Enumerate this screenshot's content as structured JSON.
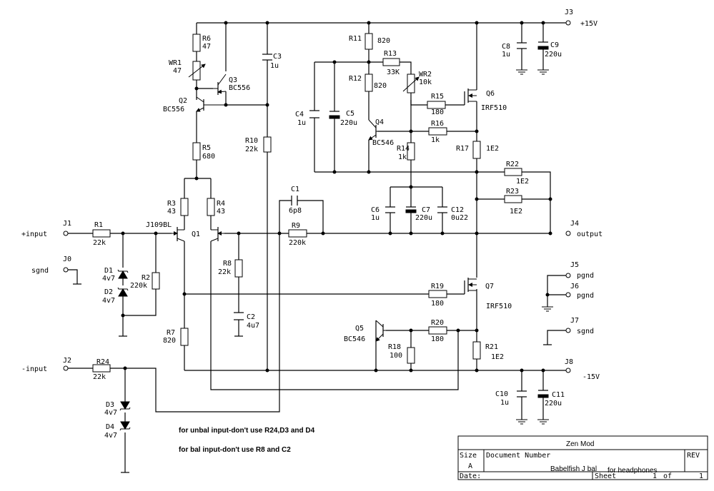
{
  "rails": {
    "j3": "J3",
    "vpos": "+15V",
    "j8": "J8",
    "vneg": "-15V"
  },
  "connectors": {
    "j1": "J1",
    "in_pos": "+input",
    "j0": "J0",
    "sgnd0": "sgnd",
    "j2": "J2",
    "in_neg": "-input",
    "j4": "J4",
    "out": "output",
    "j5": "J5",
    "pgnd5": "pgnd",
    "j6": "J6",
    "pgnd6": "pgnd",
    "j7": "J7",
    "sgnd7": "sgnd"
  },
  "parts": {
    "R1": [
      "R1",
      "22k"
    ],
    "R2": [
      "R2",
      "220k"
    ],
    "R3": [
      "R3",
      "43"
    ],
    "R4": [
      "R4",
      "43"
    ],
    "R5": [
      "R5",
      "680"
    ],
    "R6": [
      "R6",
      "47"
    ],
    "R7": [
      "R7",
      "820"
    ],
    "R8": [
      "R8",
      "22k"
    ],
    "R9": [
      "R9",
      "220k"
    ],
    "R10": [
      "R10",
      "22k"
    ],
    "R11": [
      "R11",
      "820"
    ],
    "R12": [
      "R12",
      "820"
    ],
    "R13": [
      "R13",
      "33K"
    ],
    "R14": [
      "R14",
      "1k"
    ],
    "R15": [
      "R15",
      "180"
    ],
    "R16": [
      "R16",
      "1k"
    ],
    "R17": [
      "R17",
      "1E2"
    ],
    "R18": [
      "R18",
      "100"
    ],
    "R19": [
      "R19",
      "180"
    ],
    "R20": [
      "R20",
      "180"
    ],
    "R21": [
      "R21",
      "1E2"
    ],
    "R22": [
      "R22",
      "1E2"
    ],
    "R23": [
      "R23",
      "1E2"
    ],
    "R24": [
      "R24",
      "22k"
    ],
    "WR1": [
      "WR1",
      "47"
    ],
    "WR2": [
      "WR2",
      "10k"
    ],
    "C1": [
      "C1",
      "6p8"
    ],
    "C2": [
      "C2",
      "4u7"
    ],
    "C3": [
      "C3",
      "1u"
    ],
    "C4": [
      "C4",
      "1u"
    ],
    "C5": [
      "C5",
      "220u"
    ],
    "C6": [
      "C6",
      "1u"
    ],
    "C7": [
      "C7",
      "220u"
    ],
    "C8": [
      "C8",
      "1u"
    ],
    "C9": [
      "C9",
      "220u"
    ],
    "C10": [
      "C10",
      "1u"
    ],
    "C11": [
      "C11",
      "220u"
    ],
    "C12": [
      "C12",
      "0u22"
    ],
    "D1": [
      "D1",
      "4v7"
    ],
    "D2": [
      "D2",
      "4v7"
    ],
    "D3": [
      "D3",
      "4v7"
    ],
    "D4": [
      "D4",
      "4v7"
    ],
    "Q1": [
      "Q1",
      "J109BL"
    ],
    "Q2": [
      "Q2",
      "BC556"
    ],
    "Q3": [
      "Q3",
      "BC556"
    ],
    "Q4": [
      "Q4",
      "BC546"
    ],
    "Q5": [
      "Q5",
      "BC546"
    ],
    "Q6": [
      "Q6",
      "IRF510"
    ],
    "Q7": [
      "Q7",
      "IRF510"
    ]
  },
  "notes": {
    "unbal": "for unbal input-don't use R24,D3 and D4",
    "bal": "for bal input-don't use R8 and C2"
  },
  "title_block": {
    "company": "Zen Mod",
    "size_label": "Size",
    "size_value": "A",
    "docnum_label": "Document Number",
    "doc_title": "Babelfish J bal",
    "doc_subtitle": "for headphones",
    "rev_label": "REV",
    "date_label": "Date:",
    "sheet_label": "Sheet",
    "sheet_num": "1",
    "sheet_of": "of",
    "sheet_total": "1"
  }
}
